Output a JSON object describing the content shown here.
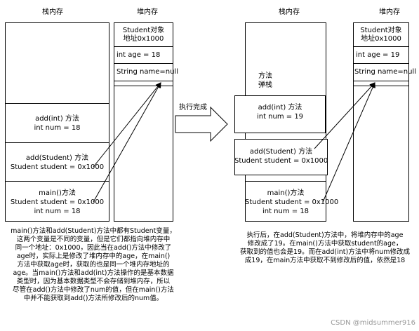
{
  "left": {
    "stack_label": "栈内存",
    "heap_label": "堆内存",
    "stack_frames": [
      {
        "method": "add(int) 方法",
        "var": "int num = 18"
      },
      {
        "method": "add(Student) 方法",
        "var": "Student student = 0x1000"
      },
      {
        "method": "main()方法",
        "var1": "Student student = 0x1000",
        "var2": "int num = 18"
      }
    ],
    "heap": {
      "title1": "Student对象",
      "title2": "地址0x1000",
      "age": "int age = 18",
      "name": "String name=null"
    },
    "explanation": [
      "main()方法和add(Student)方法中都有Student变量，",
      "这两个变量是不同的变量，但是它们都指向堆内存中",
      "同一个地址：0x1000，因此当在add()方法中修改了",
      "age时，实际上是修改了堆内存中的age，在main()",
      "方法中获取age时，获取的也是同一个堆内存地址的",
      "age。当main()方法和add(int)方法操作的是基本数据",
      "类型时，因为基本数据类型不会存储到堆内存，所以",
      "尽管在add()方法中修改了num的值，但在main()方法",
      "中并不能获取到add()方法所修改后的num值。"
    ]
  },
  "middle": {
    "arrow_label": "执行完成"
  },
  "right": {
    "stack_label": "栈内存",
    "heap_label": "堆内存",
    "pop_label1": "方法",
    "pop_label2": "弹栈",
    "stack_frames": [
      {
        "method": "add(int) 方法",
        "var": "int num = 19"
      },
      {
        "method": "add(Student) 方法",
        "var": "Student student = 0x1000"
      },
      {
        "method": "main()方法",
        "var1": "Student student = 0x1000",
        "var2": "int num = 18"
      }
    ],
    "heap": {
      "title1": "Student对象",
      "title2": "地址0x1000",
      "age": "int age = 19",
      "name": "String name=null"
    },
    "explanation": [
      "执行后，在add(Student)方法中，将堆内存中的age",
      "修改成了19。在main()方法中获取student的age，",
      "获取到的值也会是19。而在add(int)方法中将num修改成",
      "成19，在main方法中获取不到修改后的值，依然是18"
    ]
  },
  "watermark": "CSDN @midsummer916"
}
